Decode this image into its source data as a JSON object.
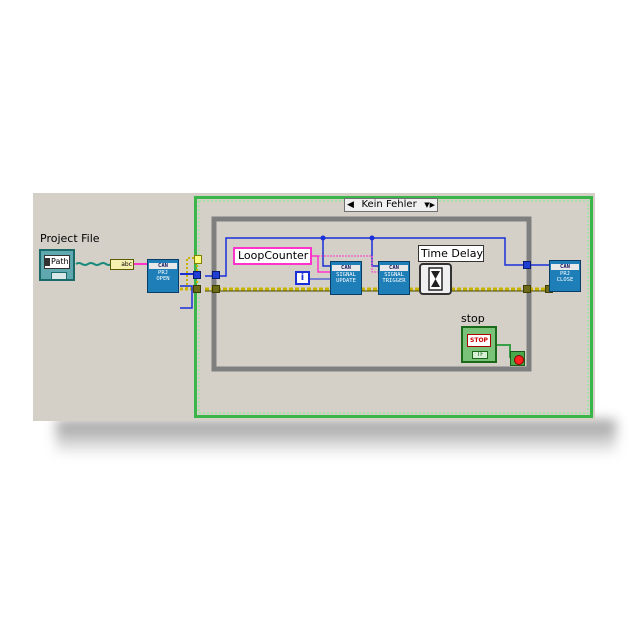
{
  "case_selector": {
    "value": "Kein Fehler",
    "decrement_glyph": "◀",
    "increment_glyph": "▼▶"
  },
  "project_file": {
    "label": "Project File",
    "path_text": "Path"
  },
  "to_string_glyph": "abc",
  "loop_counter": {
    "label": "LoopCounter"
  },
  "iteration_terminal": "i",
  "time_delay": {
    "label": "Time Delay",
    "icon": "hourglass-icon"
  },
  "stop": {
    "label": "stop",
    "button_text": "STOP",
    "tf_text": "TF"
  },
  "vis": {
    "open": {
      "top": "CAN",
      "lines": [
        "PRJ",
        "OPEN"
      ]
    },
    "update": {
      "top": "CAN",
      "lines": [
        "SIGNAL",
        "UPDATE"
      ]
    },
    "trigger": {
      "top": "CAN",
      "lines": [
        "SIGNAL",
        "TRIGGER"
      ]
    },
    "close": {
      "top": "CAN",
      "lines": [
        "PRJ",
        "CLOSE"
      ]
    }
  },
  "colors": {
    "panel_bg": "#d4d0c8",
    "case_border": "#39b54a",
    "while_loop_border": "#808080",
    "error_wire": "#c8b400",
    "ref_wire": "#1a2fd8",
    "string_wire": "#ff33cc",
    "path_wire": "#1a8a7a",
    "vi_blue": "#1e7fb8"
  }
}
